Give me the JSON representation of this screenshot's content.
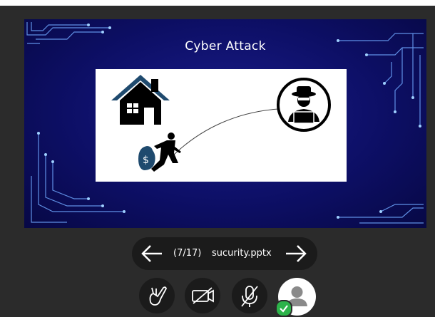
{
  "slide": {
    "title": "Cyber Attack",
    "counter": "(7/17)",
    "filename": "sucurity.pptx"
  },
  "icons": {
    "prev": "arrow-left-icon",
    "next": "arrow-right-icon",
    "annotate": "hand-pen-icon",
    "camera": "camera-off-icon",
    "mic": "mic-off-icon",
    "avatar": "user-avatar-icon",
    "status": "check-icon"
  },
  "colors": {
    "background": "#2b2b2b",
    "control": "#1b1b1b",
    "slide": "#0d0f66",
    "circuit": "#6fa8ff",
    "house": "#1f4a6e",
    "status": "#2db34a"
  }
}
